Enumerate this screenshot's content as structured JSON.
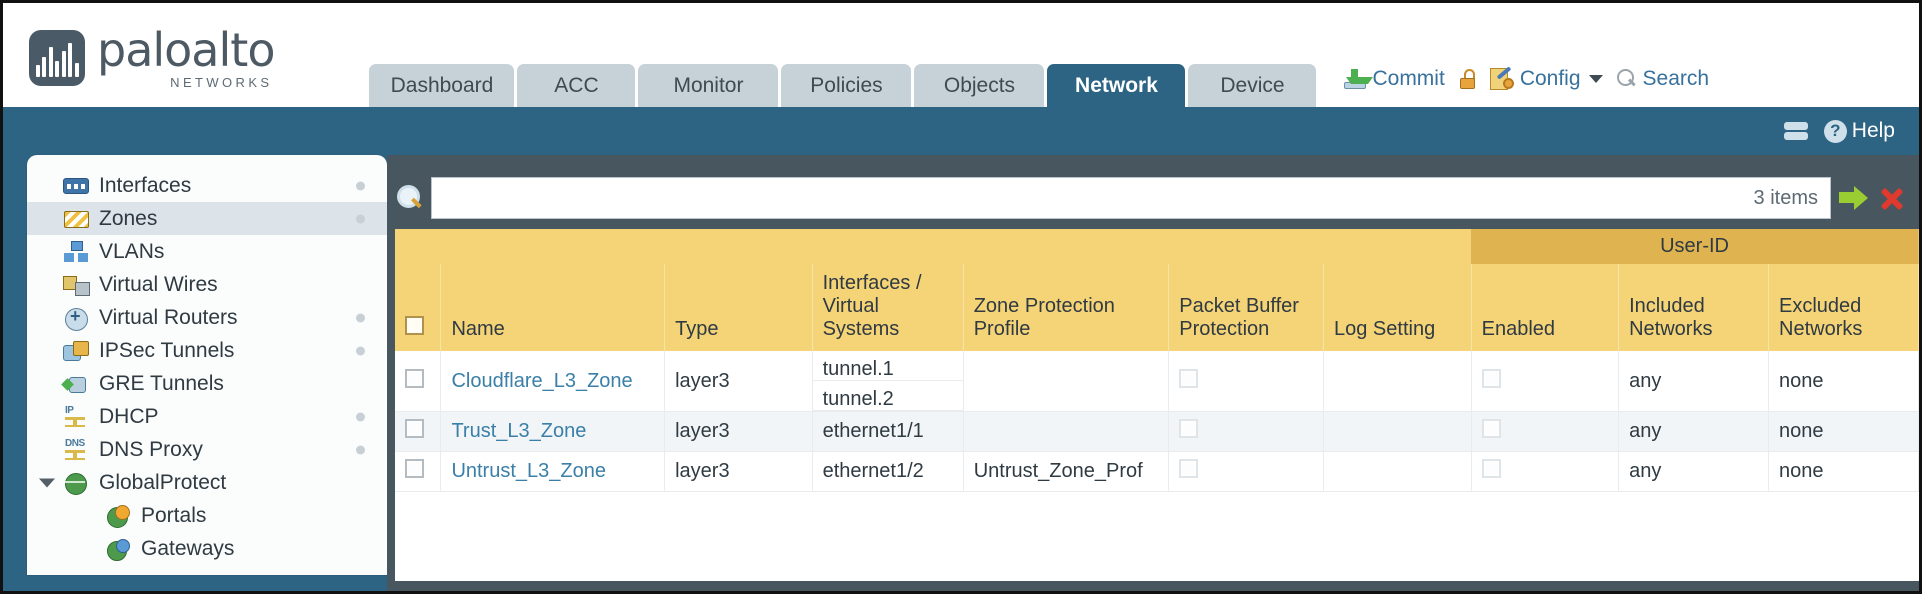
{
  "brand": {
    "name": "paloalto",
    "tagline": "NETWORKS",
    "registered": "®"
  },
  "tabs": [
    {
      "label": "Dashboard",
      "active": false
    },
    {
      "label": "ACC",
      "active": false
    },
    {
      "label": "Monitor",
      "active": false
    },
    {
      "label": "Policies",
      "active": false
    },
    {
      "label": "Objects",
      "active": false
    },
    {
      "label": "Network",
      "active": true
    },
    {
      "label": "Device",
      "active": false
    }
  ],
  "top_actions": {
    "commit": "Commit",
    "config": "Config",
    "search": "Search"
  },
  "blue_band": {
    "help": "Help"
  },
  "sidebar": {
    "items": [
      {
        "label": "Interfaces",
        "icon": "interfaces-icon",
        "selected": false,
        "dot": true,
        "child": false
      },
      {
        "label": "Zones",
        "icon": "zones-icon",
        "selected": true,
        "dot": true,
        "child": false
      },
      {
        "label": "VLANs",
        "icon": "vlans-icon",
        "selected": false,
        "dot": false,
        "child": false
      },
      {
        "label": "Virtual Wires",
        "icon": "virtual-wires-icon",
        "selected": false,
        "dot": false,
        "child": false
      },
      {
        "label": "Virtual Routers",
        "icon": "virtual-routers-icon",
        "selected": false,
        "dot": true,
        "child": false
      },
      {
        "label": "IPSec Tunnels",
        "icon": "ipsec-tunnels-icon",
        "selected": false,
        "dot": true,
        "child": false
      },
      {
        "label": "GRE Tunnels",
        "icon": "gre-tunnels-icon",
        "selected": false,
        "dot": false,
        "child": false
      },
      {
        "label": "DHCP",
        "icon": "dhcp-icon",
        "selected": false,
        "dot": true,
        "child": false
      },
      {
        "label": "DNS Proxy",
        "icon": "dns-proxy-icon",
        "selected": false,
        "dot": true,
        "child": false
      },
      {
        "label": "GlobalProtect",
        "icon": "globalprotect-icon",
        "selected": false,
        "dot": false,
        "child": false,
        "expandable": true
      },
      {
        "label": "Portals",
        "icon": "portals-icon",
        "selected": false,
        "dot": false,
        "child": true
      },
      {
        "label": "Gateways",
        "icon": "gateways-icon",
        "selected": false,
        "dot": false,
        "child": true
      }
    ]
  },
  "search": {
    "value": "",
    "item_count": "3 items"
  },
  "table": {
    "group_header": "User-ID",
    "columns": {
      "name": "Name",
      "type": "Type",
      "interfaces": "Interfaces / Virtual Systems",
      "zone_protection": "Zone Protection Profile",
      "packet_buffer": "Packet Buffer Protection",
      "log_setting": "Log Setting",
      "enabled": "Enabled",
      "included_networks": "Included Networks",
      "excluded_networks": "Excluded Networks"
    },
    "rows": [
      {
        "name": "Cloudflare_L3_Zone",
        "type": "layer3",
        "interfaces": [
          "tunnel.1",
          "tunnel.2"
        ],
        "zone_protection": "",
        "packet_buffer_checked": false,
        "log_setting": "",
        "enabled_checked": false,
        "included_networks": "any",
        "excluded_networks": "none"
      },
      {
        "name": "Trust_L3_Zone",
        "type": "layer3",
        "interfaces": [
          "ethernet1/1"
        ],
        "zone_protection": "",
        "packet_buffer_checked": false,
        "log_setting": "",
        "enabled_checked": false,
        "included_networks": "any",
        "excluded_networks": "none"
      },
      {
        "name": "Untrust_L3_Zone",
        "type": "layer3",
        "interfaces": [
          "ethernet1/2"
        ],
        "zone_protection": "Untrust_Zone_Prof",
        "packet_buffer_checked": false,
        "log_setting": "",
        "enabled_checked": false,
        "included_networks": "any",
        "excluded_networks": "none"
      }
    ]
  },
  "colors": {
    "brand_blue": "#2d6484",
    "header_amber": "#f5d377",
    "group_amber": "#dfb450",
    "link_blue": "#3a7fa8",
    "panel_dark": "#48565f"
  }
}
